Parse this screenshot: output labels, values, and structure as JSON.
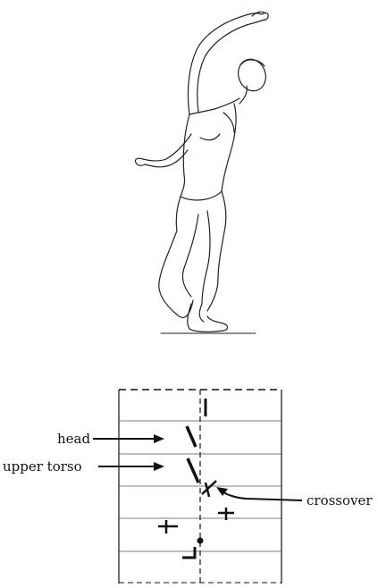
{
  "figure": {
    "annotations": {
      "head": "head",
      "upper_torso": "upper torso",
      "crossover": "crossover"
    }
  }
}
